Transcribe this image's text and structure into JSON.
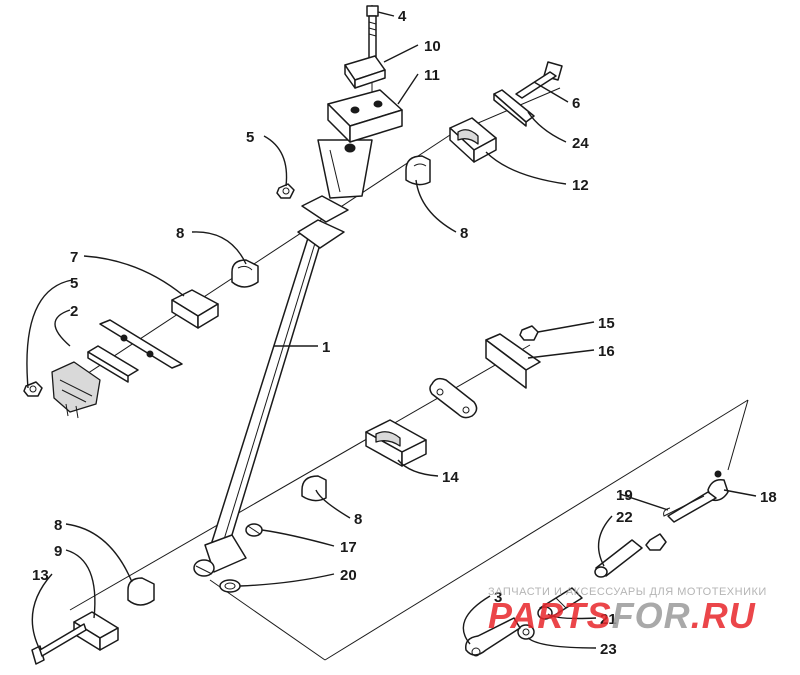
{
  "watermark": {
    "caption": "ЗАПЧАСТИ И АКСЕССУАРЫ ДЛЯ МОТОТЕХНИКИ",
    "logo_part1": "PARTS",
    "logo_part2": "FOR",
    "logo_part3": ".RU",
    "logo_colors": {
      "red": "#e8262b",
      "gray": "#9b9b9b"
    }
  },
  "callouts": [
    {
      "key": "c4",
      "label": "4"
    },
    {
      "key": "c10",
      "label": "10"
    },
    {
      "key": "c11",
      "label": "11"
    },
    {
      "key": "c6",
      "label": "6"
    },
    {
      "key": "c5a",
      "label": "5"
    },
    {
      "key": "c24",
      "label": "24"
    },
    {
      "key": "c12",
      "label": "12"
    },
    {
      "key": "c8a",
      "label": "8"
    },
    {
      "key": "c8b",
      "label": "8"
    },
    {
      "key": "c7",
      "label": "7"
    },
    {
      "key": "c5b",
      "label": "5"
    },
    {
      "key": "c2",
      "label": "2"
    },
    {
      "key": "c1",
      "label": "1"
    },
    {
      "key": "c15",
      "label": "15"
    },
    {
      "key": "c16",
      "label": "16"
    },
    {
      "key": "c14",
      "label": "14"
    },
    {
      "key": "c19",
      "label": "19"
    },
    {
      "key": "c18",
      "label": "18"
    },
    {
      "key": "c22",
      "label": "22"
    },
    {
      "key": "c8c",
      "label": "8"
    },
    {
      "key": "c17",
      "label": "17"
    },
    {
      "key": "c8d",
      "label": "8"
    },
    {
      "key": "c9",
      "label": "9"
    },
    {
      "key": "c13",
      "label": "13"
    },
    {
      "key": "c20",
      "label": "20"
    },
    {
      "key": "c3",
      "label": "3"
    },
    {
      "key": "c21",
      "label": "21"
    },
    {
      "key": "c23",
      "label": "23"
    }
  ]
}
